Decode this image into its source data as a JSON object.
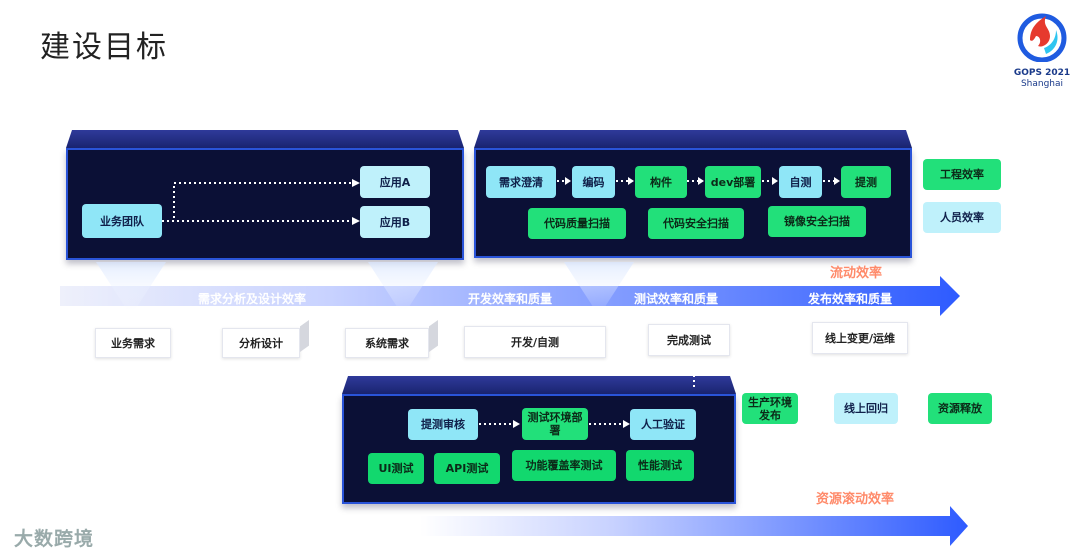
{
  "title": "建设目标",
  "logo": {
    "text": "GOPS 2021",
    "sub": "Shanghai"
  },
  "top_left_panel": {
    "team": "业务团队",
    "app_a": "应用A",
    "app_b": "应用B"
  },
  "top_right_panel": {
    "pipeline": [
      "需求澄清",
      "编码",
      "构件",
      "dev部署",
      "自测",
      "提测"
    ],
    "scans": [
      "代码质量扫描",
      "代码安全扫描",
      "镜像安全扫描"
    ]
  },
  "side_tags": {
    "eng": "工程效率",
    "people": "人员效率"
  },
  "flow_arrow": {
    "label": "流动效率",
    "stages": [
      "需求分析及设计效率",
      "开发效率和质量",
      "测试效率和质量",
      "发布效率和质量"
    ]
  },
  "steps": [
    "业务需求",
    "分析设计",
    "系统需求",
    "开发/自测",
    "完成测试",
    "线上变更/运维"
  ],
  "bottom_panel": {
    "pipeline": [
      "提测审核",
      "测试环境部署",
      "人工验证"
    ],
    "tests": [
      "UI测试",
      "API测试",
      "功能覆盖率测试",
      "性能测试"
    ]
  },
  "release_tags": [
    "生产环境发布",
    "线上回归",
    "资源释放"
  ],
  "resource_arrow": {
    "label": "资源滚动效率"
  },
  "watermark": "大数跨境",
  "colors": {
    "panel": "#0b1036",
    "panel_border": "#2a54d8",
    "cyan_box": "#8fe6f7",
    "green_box": "#22e07a",
    "arrow_blue": "#2e5bff",
    "orange": "#ff8a6a"
  }
}
